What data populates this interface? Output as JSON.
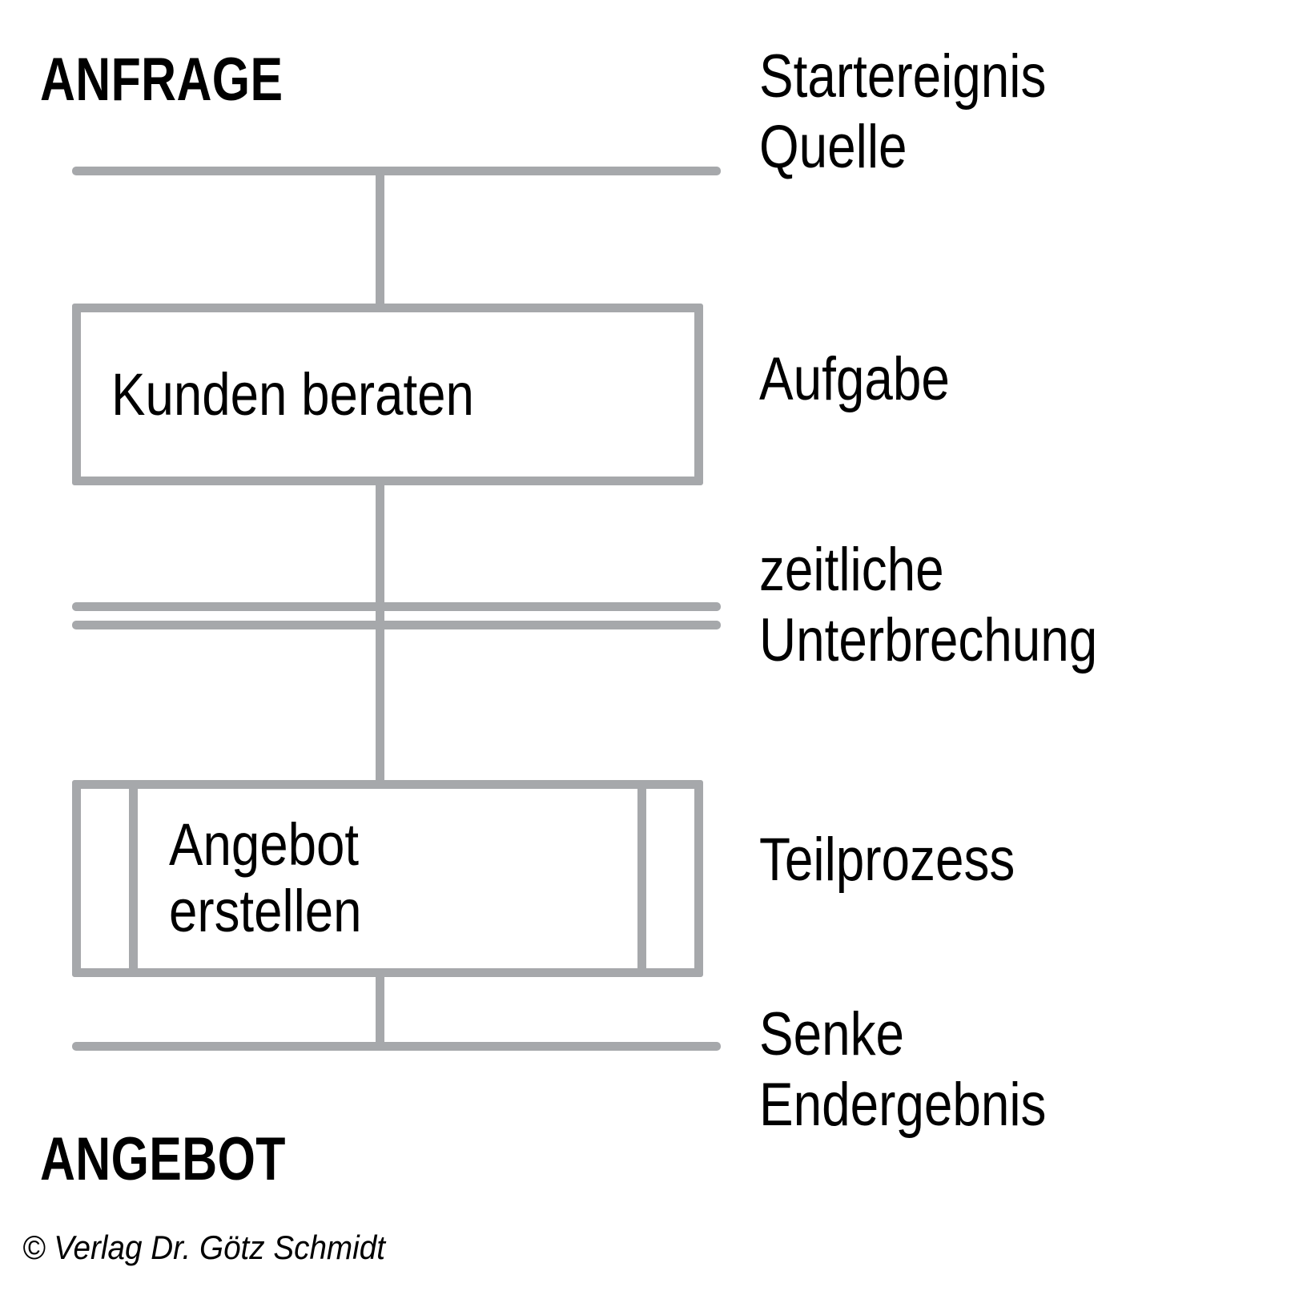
{
  "diagram": {
    "type": "flowchart",
    "notation": "Prozess-Ablaufdarstellung",
    "colors": {
      "stroke": "#a6a8ab",
      "text": "#000000",
      "background": "#ffffff"
    },
    "start_event": {
      "label": "ANFRAGE",
      "legend_lines": [
        "Startereignis",
        "Quelle"
      ]
    },
    "task": {
      "label": "Kunden beraten",
      "legend_lines": [
        "Aufgabe"
      ]
    },
    "interruption": {
      "legend_lines": [
        "zeitliche",
        "Unterbrechung"
      ]
    },
    "subprocess": {
      "label_line_1": "Angebot",
      "label_line_2": "erstellen",
      "legend_lines": [
        "Teilprozess"
      ]
    },
    "end_event": {
      "label": "ANGEBOT",
      "legend_lines": [
        "Senke",
        "Endergebnis"
      ]
    }
  },
  "footer": {
    "copyright": "© Verlag Dr. Götz Schmidt"
  }
}
